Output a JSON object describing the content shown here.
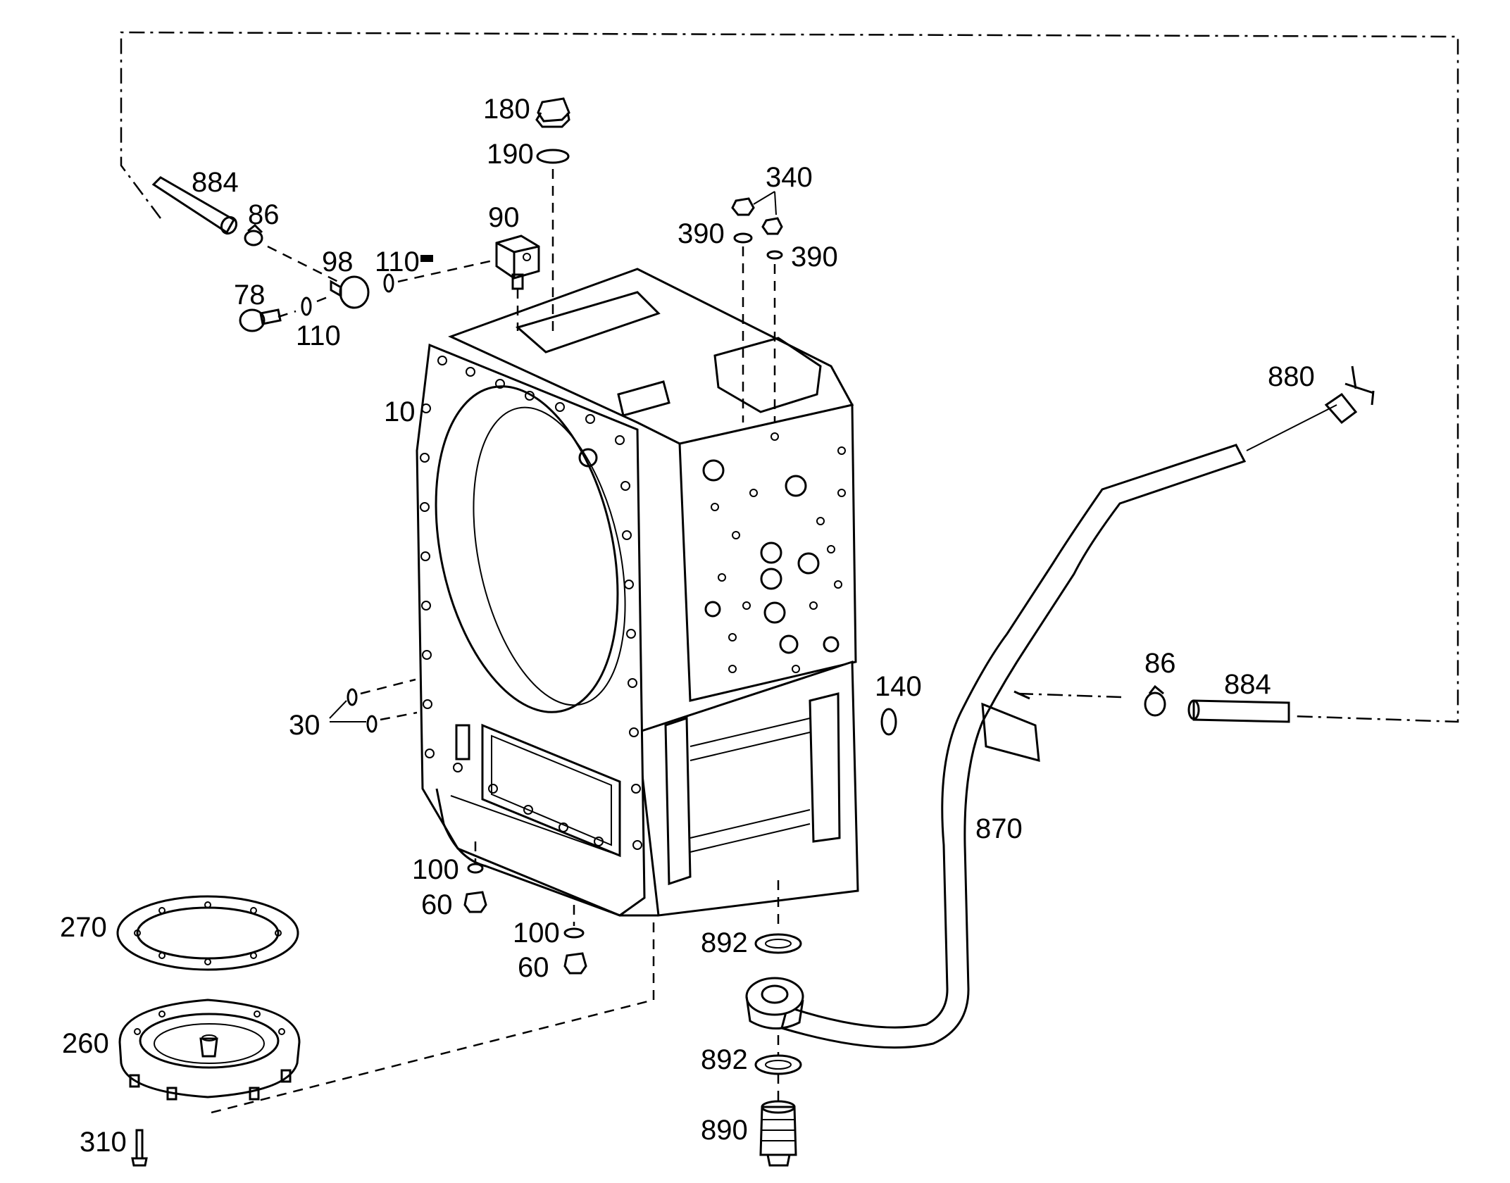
{
  "callouts": {
    "p884a": "884",
    "p86a": "86",
    "p98": "98",
    "p110a": "110",
    "p78": "78",
    "p110b": "110",
    "p90": "90",
    "p180": "180",
    "p190": "190",
    "p340": "340",
    "p390a": "390",
    "p390b": "390",
    "p10": "10",
    "p880": "880",
    "p140": "140",
    "p86b": "86",
    "p884b": "884",
    "p30": "30",
    "p870": "870",
    "p100a": "100",
    "p60a": "60",
    "p100b": "100",
    "p60b": "60",
    "p892a": "892",
    "p892b": "892",
    "p890": "890",
    "p270": "270",
    "p260": "260",
    "p310": "310"
  }
}
